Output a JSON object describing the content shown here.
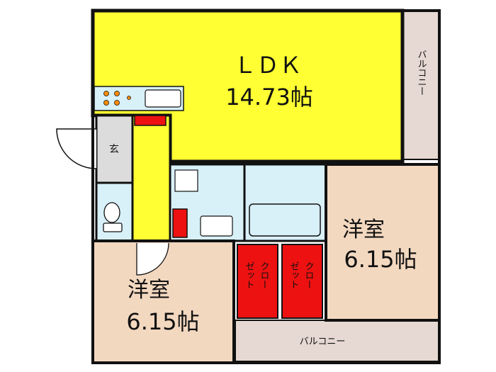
{
  "ldk": {
    "label": "ＬＤＫ",
    "size": "14.73帖"
  },
  "western_right": {
    "label": "洋室",
    "size": "6.15帖"
  },
  "western_left": {
    "label": "洋室",
    "size": "6.15帖"
  },
  "entrance": {
    "label": "玄"
  },
  "closet_1": {
    "col_a": "ゼット",
    "col_b": "クロー"
  },
  "closet_2": {
    "col_a": "ゼット",
    "col_b": "クロー"
  },
  "balcony_side": {
    "label": "バルコニー"
  },
  "balcony_bottom": {
    "label": "バルコニー"
  },
  "colors": {
    "ldk": "#ffff33",
    "western": "#f3d8c0",
    "balcony": "#e6d8d2",
    "wet": "#d8f0f8",
    "entrance": "#dcdcdc",
    "closet": "#ee1111",
    "wall": "#111111"
  }
}
